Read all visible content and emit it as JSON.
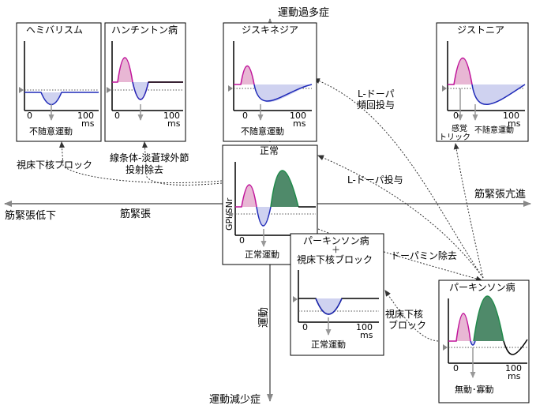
{
  "axes": {
    "top": "運動過多症",
    "bottom": "運動減少症",
    "vertical": "運動",
    "left": "筋緊張低下",
    "right": "筋緊張亢進",
    "horizontal": "筋緊張"
  },
  "panels": {
    "hemiballism": {
      "title": "ヘミバリスム",
      "label": "不随意運動",
      "ticks": [
        "0",
        "100"
      ],
      "unit": "ms"
    },
    "huntington": {
      "title": "ハンチントン病",
      "ticks": [
        "0",
        "100"
      ],
      "unit": "ms"
    },
    "dyskinesia": {
      "title": "ジスキネジア",
      "label": "不随意運動",
      "ticks": [
        "0",
        "100"
      ],
      "unit": "ms"
    },
    "dystonia": {
      "title": "ジストニア",
      "label1": "感覚",
      "label1b": "トリック",
      "label2": "不随意運動",
      "ticks": [
        "0",
        "100"
      ],
      "unit": "ms"
    },
    "normal": {
      "title": "正常",
      "ylabel": "GPi/SNr",
      "label": "正常運動",
      "ticks": [
        "0"
      ]
    },
    "pd_stn": {
      "title1": "パーキンソン病",
      "title2": "＋",
      "title3": "視床下核ブロック",
      "label": "正常運動",
      "ticks": [
        "0",
        "100"
      ],
      "unit": "ms"
    },
    "parkinson": {
      "title": "パーキンソン病",
      "label": "無動･寡動",
      "ticks": [
        "0",
        "100"
      ],
      "unit": "ms"
    }
  },
  "arrows": {
    "stn_block": "視床下核ブロック",
    "pallido_1": "線条体-淡蒼球外節",
    "pallido_2": "投射除去",
    "ldopa_freq_1": "L-ドーパ",
    "ldopa_freq_2": "頻回投与",
    "ldopa": "L-ドーパ投与",
    "dopamine": "ドーパミン除去",
    "stn_block2_1": "視床下核",
    "stn_block2_2": "ブロック"
  }
}
